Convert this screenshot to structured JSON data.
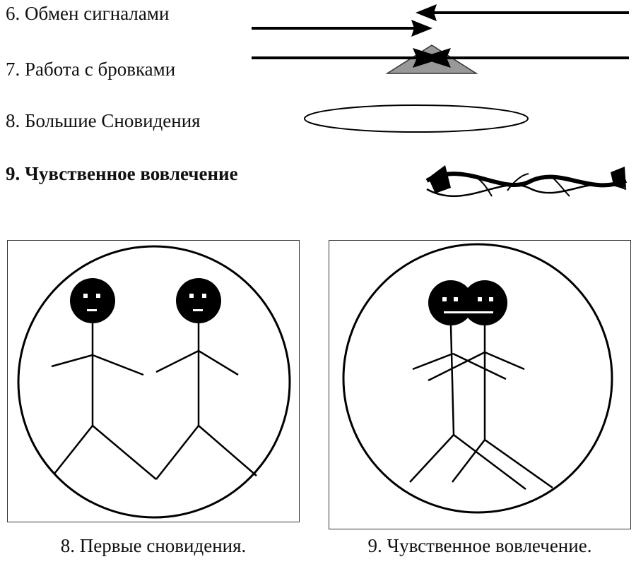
{
  "legend": {
    "item6": "6. Обмен сигналами",
    "item7": "7. Работа с бровками",
    "item8": "8. Большие Сновидения",
    "item9": "9. Чувственное вовлечение"
  },
  "panels": {
    "panel8_caption": "8. Первые сновидения.",
    "panel9_caption": "9. Чувственное вовлечение."
  },
  "colors": {
    "ink": "#000000",
    "triangle_fill": "#999999"
  }
}
